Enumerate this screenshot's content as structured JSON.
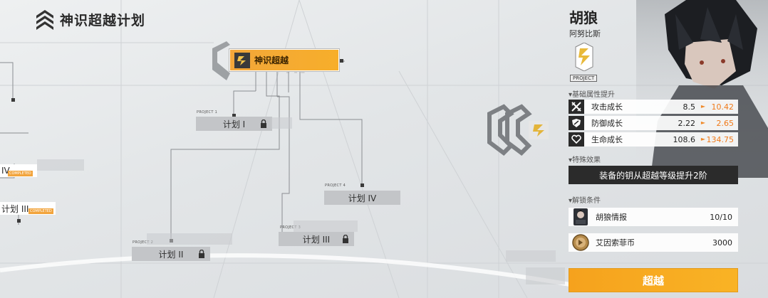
{
  "header": {
    "title": "神识超越计划",
    "logo_icon": "chevron-stack-icon"
  },
  "tree": {
    "main_node": {
      "label": "神识超越",
      "icon": "ss-emblem-icon"
    },
    "nodes": [
      {
        "caption": "PROJECT 1",
        "label": "计划 I",
        "locked": true
      },
      {
        "caption": "PROJECT 2",
        "label": "计划 II",
        "locked": true
      },
      {
        "caption": "PROJECT 3",
        "label": "计划 III",
        "locked": true
      },
      {
        "caption": "PROJECT 4",
        "label": "计划 IV",
        "locked": false
      }
    ],
    "completed_nodes": [
      {
        "label": "IV",
        "badge": "COMPLETED"
      },
      {
        "label": "计划 III",
        "badge": "COMPLETED"
      }
    ]
  },
  "panel": {
    "name": "胡狼",
    "subtitle": "阿努比斯",
    "project_tag": "PROJECT",
    "sections": {
      "stats_title": "▾基础属性提升",
      "effect_title": "▾特殊效果",
      "unlock_title": "▾解锁条件"
    },
    "stats": [
      {
        "icon": "crossed-swords-icon",
        "label": "攻击成长",
        "from": "8.5",
        "to": "10.42"
      },
      {
        "icon": "shield-icon",
        "label": "防御成长",
        "from": "2.22",
        "to": "2.65"
      },
      {
        "icon": "heart-icon",
        "label": "生命成长",
        "from": "108.6",
        "to": "134.75"
      }
    ],
    "arrow": "►",
    "effect": "装备的钥从超越等级提升2阶",
    "conditions": [
      {
        "icon": "character-card-icon",
        "label": "胡狼情报",
        "value": "10/10"
      },
      {
        "icon": "coin-icon",
        "label": "艾因索菲币",
        "value": "3000"
      }
    ],
    "confirm_label": "超越"
  },
  "colors": {
    "accent": "#f6a21d",
    "stat_up": "#f07a1a",
    "dark": "#2b2b2b"
  }
}
